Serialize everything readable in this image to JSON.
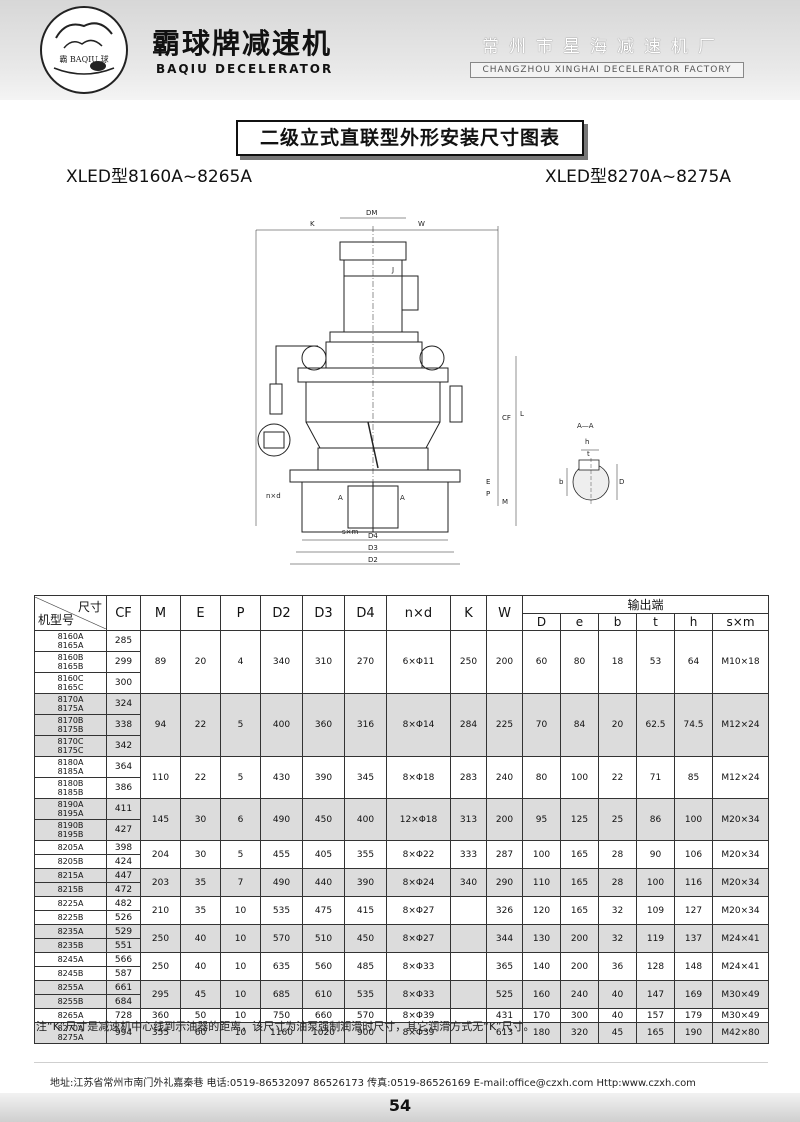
{
  "header": {
    "logo_text": "霸 BAQIU 球",
    "brand_cn": "霸球牌减速机",
    "brand_en": "BAQIU DECELERATOR",
    "factory_cn": "常州市星海减速机厂",
    "factory_en": "CHANGZHOU XINGHAI DECELERATOR FACTORY"
  },
  "title": "二级立式直联型外形安装尺寸图表",
  "model_left": "XLED型8160A~8265A",
  "model_right": "XLED型8270A~8275A",
  "drawing_labels": {
    "k": "K",
    "dm": "DM",
    "w": "W",
    "j": "J",
    "cf": "CF",
    "l": "L",
    "nxd": "n×d",
    "a": "A",
    "sxm": "s×m",
    "p": "P",
    "e": "E",
    "m": "M",
    "d4": "D4",
    "d3": "D3",
    "d2": "D2",
    "section": "A—A",
    "h": "h",
    "b": "b",
    "t": "t",
    "d": "D"
  },
  "table": {
    "corner_top": "尺寸",
    "corner_bottom": "机型号",
    "headers": [
      "CF",
      "M",
      "E",
      "P",
      "D2",
      "D3",
      "D4",
      "n×d",
      "K",
      "W"
    ],
    "output_header": "输出端",
    "output_headers": [
      "D",
      "e",
      "b",
      "t",
      "h",
      "s×m"
    ],
    "groups": [
      {
        "rows": [
          {
            "model": [
              "8160A",
              "8165A"
            ],
            "cf": "285"
          },
          {
            "model": [
              "8160B",
              "8165B"
            ],
            "cf": "299"
          },
          {
            "model": [
              "8160C",
              "8165C"
            ],
            "cf": "300"
          }
        ],
        "M": "89",
        "E": "20",
        "P": "4",
        "D2": "340",
        "D3": "310",
        "D4": "270",
        "nd": "6×Φ11",
        "K": "250",
        "W": "200",
        "D": "60",
        "e": "80",
        "b": "18",
        "t": "53",
        "h": "64",
        "sm": "M10×18"
      },
      {
        "rows": [
          {
            "model": [
              "8170A",
              "8175A"
            ],
            "cf": "324"
          },
          {
            "model": [
              "8170B",
              "8175B"
            ],
            "cf": "338"
          },
          {
            "model": [
              "8170C",
              "8175C"
            ],
            "cf": "342"
          }
        ],
        "M": "94",
        "E": "22",
        "P": "5",
        "D2": "400",
        "D3": "360",
        "D4": "316",
        "nd": "8×Φ14",
        "K": "284",
        "W": "225",
        "D": "70",
        "e": "84",
        "b": "20",
        "t": "62.5",
        "h": "74.5",
        "sm": "M12×24"
      },
      {
        "rows": [
          {
            "model": [
              "8180A",
              "8185A"
            ],
            "cf": "364"
          },
          {
            "model": [
              "8180B",
              "8185B"
            ],
            "cf": "386"
          }
        ],
        "M": "110",
        "E": "22",
        "P": "5",
        "D2": "430",
        "D3": "390",
        "D4": "345",
        "nd": "8×Φ18",
        "K": "283",
        "W": "240",
        "D": "80",
        "e": "100",
        "b": "22",
        "t": "71",
        "h": "85",
        "sm": "M12×24"
      },
      {
        "rows": [
          {
            "model": [
              "8190A",
              "8195A"
            ],
            "cf": "411"
          },
          {
            "model": [
              "8190B",
              "8195B"
            ],
            "cf": "427"
          }
        ],
        "M": "145",
        "E": "30",
        "P": "6",
        "D2": "490",
        "D3": "450",
        "D4": "400",
        "nd": "12×Φ18",
        "K": "313",
        "W": "200",
        "D": "95",
        "e": "125",
        "b": "25",
        "t": "86",
        "h": "100",
        "sm": "M20×34"
      },
      {
        "rows": [
          {
            "model": [
              "8205A"
            ],
            "cf": "398"
          },
          {
            "model": [
              "8205B"
            ],
            "cf": "424"
          }
        ],
        "M": "204",
        "E": "30",
        "P": "5",
        "D2": "455",
        "D3": "405",
        "D4": "355",
        "nd": "8×Φ22",
        "K": "333",
        "W": "287",
        "D": "100",
        "e": "165",
        "b": "28",
        "t": "90",
        "h": "106",
        "sm": "M20×34"
      },
      {
        "rows": [
          {
            "model": [
              "8215A"
            ],
            "cf": "447"
          },
          {
            "model": [
              "8215B"
            ],
            "cf": "472"
          }
        ],
        "M": "203",
        "E": "35",
        "P": "7",
        "D2": "490",
        "D3": "440",
        "D4": "390",
        "nd": "8×Φ24",
        "K": "340",
        "W": "290",
        "D": "110",
        "e": "165",
        "b": "28",
        "t": "100",
        "h": "116",
        "sm": "M20×34"
      },
      {
        "rows": [
          {
            "model": [
              "8225A"
            ],
            "cf": "482"
          },
          {
            "model": [
              "8225B"
            ],
            "cf": "526"
          }
        ],
        "M": "210",
        "E": "35",
        "P": "10",
        "D2": "535",
        "D3": "475",
        "D4": "415",
        "nd": "8×Φ27",
        "K": "",
        "W": "326",
        "D": "120",
        "e": "165",
        "b": "32",
        "t": "109",
        "h": "127",
        "sm": "M20×34"
      },
      {
        "rows": [
          {
            "model": [
              "8235A"
            ],
            "cf": "529"
          },
          {
            "model": [
              "8235B"
            ],
            "cf": "551"
          }
        ],
        "M": "250",
        "E": "40",
        "P": "10",
        "D2": "570",
        "D3": "510",
        "D4": "450",
        "nd": "8×Φ27",
        "K": "",
        "W": "344",
        "D": "130",
        "e": "200",
        "b": "32",
        "t": "119",
        "h": "137",
        "sm": "M24×41"
      },
      {
        "rows": [
          {
            "model": [
              "8245A"
            ],
            "cf": "566"
          },
          {
            "model": [
              "8245B"
            ],
            "cf": "587"
          }
        ],
        "M": "250",
        "E": "40",
        "P": "10",
        "D2": "635",
        "D3": "560",
        "D4": "485",
        "nd": "8×Φ33",
        "K": "",
        "W": "365",
        "D": "140",
        "e": "200",
        "b": "36",
        "t": "128",
        "h": "148",
        "sm": "M24×41"
      },
      {
        "rows": [
          {
            "model": [
              "8255A"
            ],
            "cf": "661"
          },
          {
            "model": [
              "8255B"
            ],
            "cf": "684"
          }
        ],
        "M": "295",
        "E": "45",
        "P": "10",
        "D2": "685",
        "D3": "610",
        "D4": "535",
        "nd": "8×Φ33",
        "K": "",
        "W": "525",
        "D": "160",
        "e": "240",
        "b": "40",
        "t": "147",
        "h": "169",
        "sm": "M30×49"
      },
      {
        "rows": [
          {
            "model": [
              "8265A"
            ],
            "cf": "728"
          }
        ],
        "M": "360",
        "E": "50",
        "P": "10",
        "D2": "750",
        "D3": "660",
        "D4": "570",
        "nd": "8×Φ39",
        "K": "",
        "W": "431",
        "D": "170",
        "e": "300",
        "b": "40",
        "t": "157",
        "h": "179",
        "sm": "M30×49"
      },
      {
        "rows": [
          {
            "model": [
              "8270A",
              "8275A"
            ],
            "cf": "994"
          }
        ],
        "M": "355",
        "E": "60",
        "P": "10",
        "D2": "1160",
        "D3": "1020",
        "D4": "900",
        "nd": "8×Φ39",
        "K": "",
        "W": "613",
        "D": "180",
        "e": "320",
        "b": "45",
        "t": "165",
        "h": "190",
        "sm": "M42×80"
      }
    ]
  },
  "note": "注“K”尺寸是减速机中心线到示油器的距离，该尺寸为油泵强制润滑时尺寸，其它润滑方式无“K”尺寸。",
  "address": "地址:江苏省常州市南门外礼嘉秦巷  电话:0519-86532097  86526173  传真:0519-86526169  E-mail:office@czxh.com  Http:www.czxh.com",
  "page_number": "54"
}
